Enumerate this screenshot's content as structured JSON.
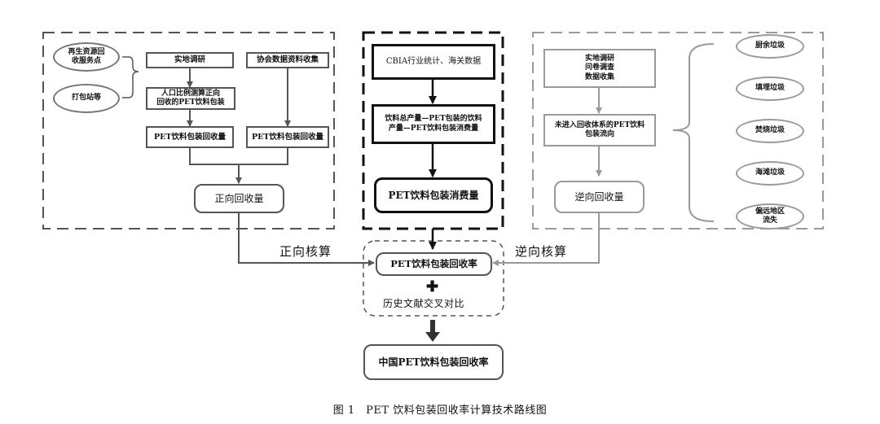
{
  "left_panel": {
    "sources": [
      "再生资源回\n收服务点",
      "打包站等"
    ],
    "field_survey": "实地调研",
    "population_calc": "人口比例测算正向\n回收的PET饮料包装",
    "association_data": "协会数据资料收集",
    "recovery_a": "PET饮料包装回收量",
    "recovery_b": "PET饮料包装回收量",
    "forward_recovery": "正向回收量"
  },
  "center_panel": {
    "data_source": "CBIA行业统计、海关数据",
    "formula": "饮料总产量—PET包装的饮料\n产量—PET饮料包装消费量",
    "consumption": "PET饮料包装消费量"
  },
  "right_panel": {
    "methods": "实地调研\n问卷调查\n数据收集",
    "unrecycled_flow": "未进入回收体系的PET饮料\n包装流向",
    "reverse_recovery": "逆向回收量",
    "destinations": [
      "厨余垃圾",
      "填埋垃圾",
      "焚烧垃圾",
      "海滩垃圾",
      "偏远地区\n流失"
    ]
  },
  "merge": {
    "forward_label": "正向核算",
    "reverse_label": "逆向核算",
    "recovery_rate": "PET饮料包装回收率",
    "plus": "✚",
    "cross_check": "历史文献交叉对比",
    "final": "中国PET饮料包装回收率"
  },
  "caption": "图 1　PET 饮料包装回收率计算技术路线图"
}
